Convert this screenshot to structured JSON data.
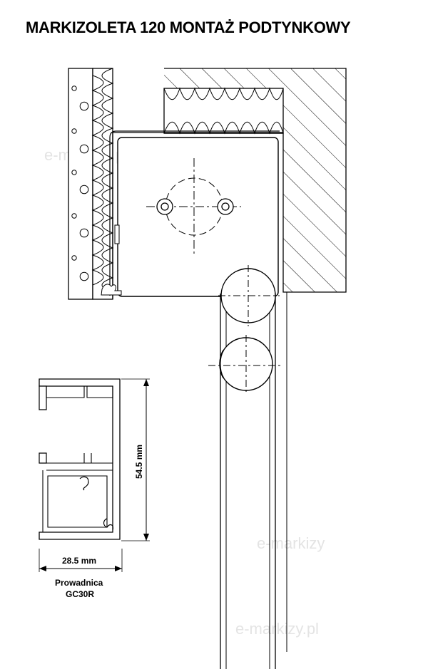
{
  "title": "MARKIZOLETA 120 MONTAŻ PODTYNKOWY",
  "profile": {
    "height_label": "54.5 mm",
    "width_label": "28.5 mm",
    "caption_line1": "Prowadnica",
    "caption_line2": "GC30R"
  },
  "watermarks": [
    "e-markizy.pl",
    "e-markizy.pl",
    "e-markizy"
  ]
}
